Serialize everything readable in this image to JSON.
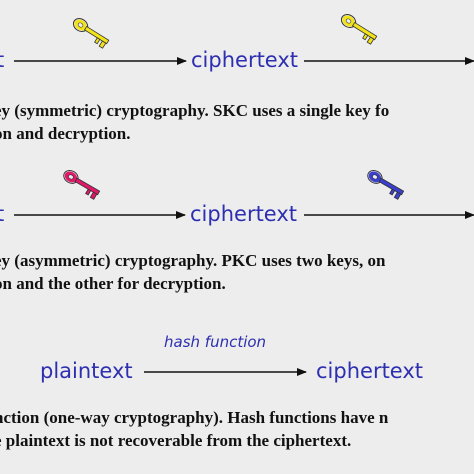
{
  "diagrams": {
    "skc": {
      "left_text": "t",
      "middle_text": "ciphertext",
      "key1_color": "#f2e21a",
      "key2_color": "#f2e21a",
      "caption_line1": "ey (symmetric) cryptography. SKC uses a single key fo",
      "caption_line2": "on and decryption."
    },
    "pkc": {
      "left_text": "t",
      "middle_text": "ciphertext",
      "key1_color": "#e0186a",
      "key2_color": "#3a3fd0",
      "caption_line1": "ey (asymmetric) cryptography. PKC uses two keys, on",
      "caption_line2": "on and the other for decryption."
    },
    "hash": {
      "function_label": "hash function",
      "left_text": "plaintext",
      "right_text": "ciphertext",
      "caption_line1": "nction (one-way cryptography). Hash functions have n",
      "caption_line2": "e plaintext is not recoverable from the ciphertext."
    }
  },
  "colors": {
    "background": "#ededed",
    "diagram_text": "#2d2fb0",
    "arrow": "#111111",
    "caption": "#111111"
  }
}
